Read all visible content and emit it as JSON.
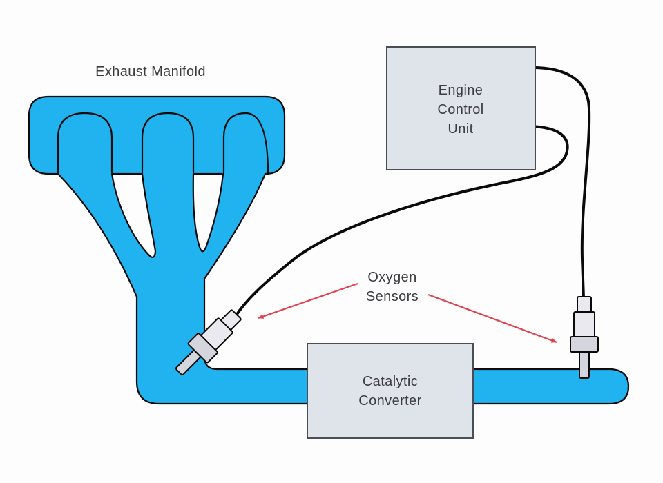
{
  "diagram": {
    "title": "Oxygen sensor system diagram",
    "labels": {
      "exhaust_manifold": "Exhaust Manifold",
      "ecu_line1": "Engine",
      "ecu_line2": "Control",
      "ecu_line3": "Unit",
      "cat_line1": "Catalytic",
      "cat_line2": "Converter",
      "oxy_line1": "Oxygen",
      "oxy_line2": "Sensors"
    },
    "colors": {
      "pipe_fill": "#21b3ef",
      "outline": "#0a0a0a",
      "box_fill": "#dfe4ea",
      "box_border": "#4a4f55",
      "sensor_body": "#e9e9ef",
      "sensor_nut": "#d5d5dd",
      "wire": "#0a0a0a",
      "arrow": "#e0414e",
      "text": "#3c3c40",
      "background": "#fdfdfd"
    }
  }
}
